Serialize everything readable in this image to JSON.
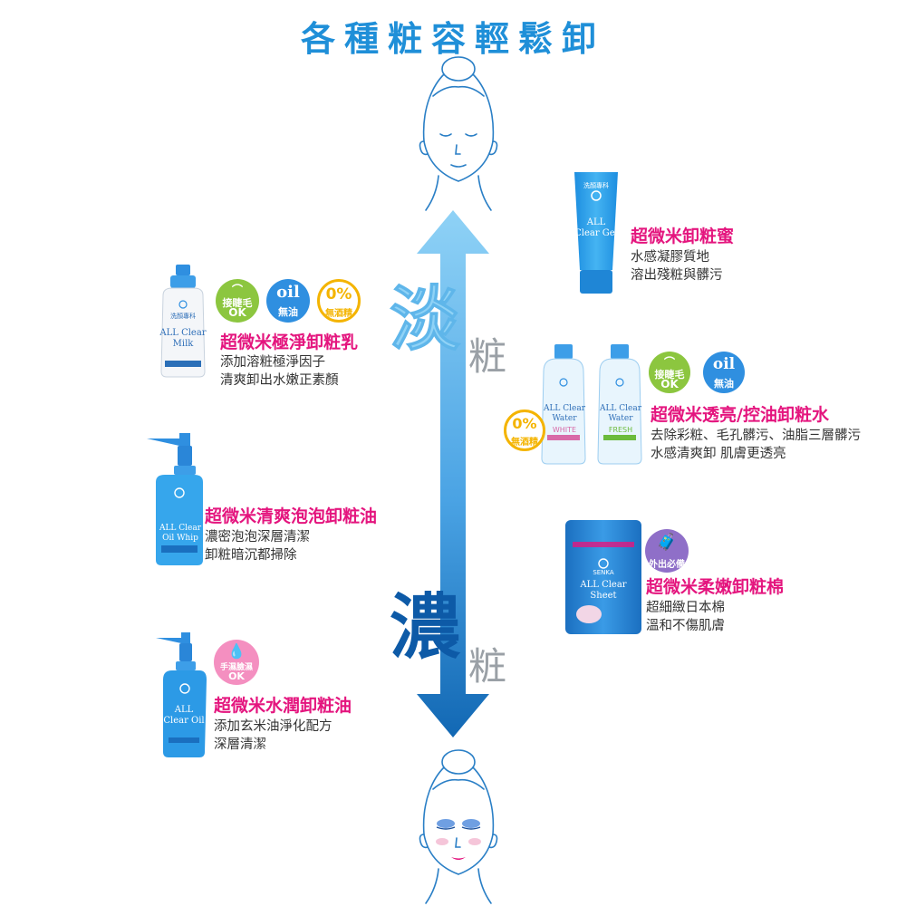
{
  "title": "各種粧容輕鬆卸",
  "axis": {
    "light_main": "淡",
    "light_sub": "粧",
    "heavy_main": "濃",
    "heavy_sub": "粧"
  },
  "colors": {
    "title": "#1f8fd8",
    "product_name": "#e4157e",
    "arrow_top": "#8fd2f6",
    "arrow_bottom": "#1268b4",
    "badge_green": "#8cc63f",
    "badge_blue": "#2f8fe0",
    "badge_yellow": "#f4b400",
    "badge_pink": "#f48fc0",
    "badge_purple": "#8f6fc8"
  },
  "brand": {
    "label_cn": "洗顏專科",
    "label_en": "SENKA"
  },
  "badges": {
    "lash_top": "接睫毛",
    "lash_ok": "OK",
    "oil_logo": "oil",
    "oil_free": "無油",
    "zero": "0%",
    "alcohol_free": "無酒精",
    "lotion_top": "手濕臉濕",
    "lotion_ok": "OK",
    "travel": "外出必備"
  },
  "products": {
    "gel": {
      "name": "超微米卸粧蜜",
      "line1": "水感凝膠質地",
      "line2": "溶出殘粧與髒污",
      "bottle_text": "ALL Clear Gel"
    },
    "milk": {
      "name": "超微米極淨卸粧乳",
      "line1": "添加溶粧極淨因子",
      "line2": "清爽卸出水嫩正素顏",
      "bottle_text": "ALL Clear Milk"
    },
    "water": {
      "name": "超微米透亮/控油卸粧水",
      "line1": "去除彩粧、毛孔髒污、油脂三層髒污",
      "line2": "水感清爽卸 肌膚更透亮",
      "bottle_text": "ALL Clear Water",
      "variant1": "WHITE",
      "variant2": "FRESH"
    },
    "foam": {
      "name": "超微米清爽泡泡卸粧油",
      "line1": "濃密泡泡深層清潔",
      "line2": "卸粧暗沉都掃除",
      "bottle_text": "ALL Clear Oil Whip"
    },
    "sheet": {
      "name": "超微米柔嫩卸粧棉",
      "line1": "超細緻日本棉",
      "line2": "溫和不傷肌膚",
      "bottle_text": "ALL Clear Sheet"
    },
    "oil": {
      "name": "超微米水潤卸粧油",
      "line1": "添加玄米油淨化配方",
      "line2": "深層清潔",
      "bottle_text": "ALL Clear Oil"
    }
  }
}
